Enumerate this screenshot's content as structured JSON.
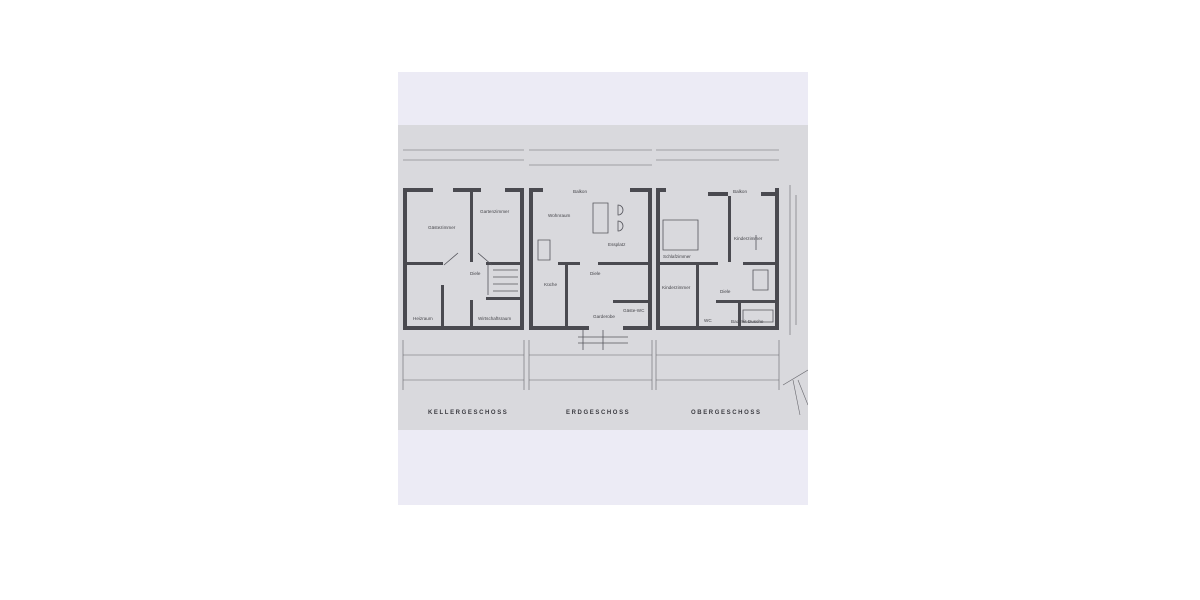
{
  "floors": [
    {
      "title": "KELLERGESCHOSS",
      "rooms": [
        "Gästezimmer",
        "Gartenzimmer",
        "Diele",
        "Heizraum",
        "Wirtschaftsraum"
      ]
    },
    {
      "title": "ERDGESCHOSS",
      "rooms": [
        "Balkon",
        "Wohnraum",
        "Essplatz",
        "Diele",
        "Küche",
        "Garderobe",
        "Gäste-WC"
      ]
    },
    {
      "title": "OBERGESCHOSS",
      "rooms": [
        "Balkon",
        "Schlafzimmer",
        "Kinderzimmer",
        "Kinderzimmer",
        "Diele",
        "WC",
        "Bad mit Dusche"
      ]
    }
  ],
  "colors": {
    "paper": "#ecebf5",
    "scan": "#d9d9dd",
    "walls": "#4a4a50"
  }
}
